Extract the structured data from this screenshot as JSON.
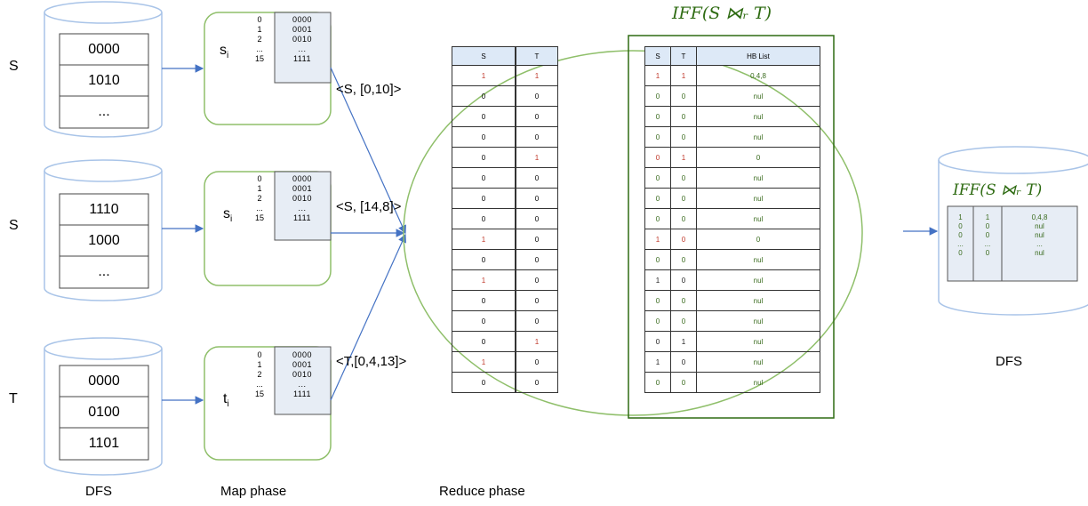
{
  "rows": [
    {
      "label": "S",
      "records": [
        "0000",
        "1010",
        "..."
      ],
      "map_var": "s",
      "map_sub": "i",
      "kv": "<S, [0,10]>"
    },
    {
      "label": "S",
      "records": [
        "1110",
        "1000",
        "..."
      ],
      "map_var": "s",
      "map_sub": "i",
      "kv": "<S, [14,8]>"
    },
    {
      "label": "T",
      "records": [
        "0000",
        "0100",
        "1101"
      ],
      "map_var": "t",
      "map_sub": "i",
      "kv": "<T,[0,4,13]>"
    }
  ],
  "map_index": [
    "0",
    "1",
    "2",
    "...",
    "15"
  ],
  "map_bits": [
    "0000",
    "0001",
    "0010",
    "...",
    "1111"
  ],
  "reduce": {
    "s_header": "S",
    "t_header": "T",
    "s_col": [
      "1",
      "0",
      "0",
      "0",
      "0",
      "0",
      "0",
      "0",
      "1",
      "0",
      "1",
      "0",
      "0",
      "0",
      "1",
      "0"
    ],
    "t_col": [
      "1",
      "0",
      "0",
      "0",
      "1",
      "0",
      "0",
      "0",
      "0",
      "0",
      "0",
      "0",
      "0",
      "1",
      "0",
      "0"
    ],
    "s_red": [
      0,
      8,
      10,
      14
    ],
    "t_red": [
      0,
      4,
      13
    ]
  },
  "iff": {
    "title": "IFF(S ⋈ᵣ T)",
    "headers": [
      "S",
      "T",
      "HB List"
    ],
    "rows": [
      [
        "1",
        "1",
        "0,4,8"
      ],
      [
        "0",
        "0",
        "nul"
      ],
      [
        "0",
        "0",
        "nul"
      ],
      [
        "0",
        "0",
        "nul"
      ],
      [
        "0",
        "1",
        "0"
      ],
      [
        "0",
        "0",
        "nul"
      ],
      [
        "0",
        "0",
        "nul"
      ],
      [
        "0",
        "0",
        "nul"
      ],
      [
        "1",
        "0",
        "0"
      ],
      [
        "0",
        "0",
        "nul"
      ],
      [
        "1",
        "0",
        "nul"
      ],
      [
        "0",
        "0",
        "nul"
      ],
      [
        "0",
        "0",
        "nul"
      ],
      [
        "0",
        "1",
        "nul"
      ],
      [
        "1",
        "0",
        "nul"
      ],
      [
        "0",
        "0",
        "nul"
      ]
    ]
  },
  "dfs_out": {
    "title": "IFF(S ⋈ᵣ T)",
    "rows": [
      [
        "1",
        "1",
        "0,4,8"
      ],
      [
        "0",
        "0",
        "nul"
      ],
      [
        "0",
        "0",
        "nul"
      ],
      [
        "...",
        "...",
        "..."
      ],
      [
        "0",
        "0",
        "nul"
      ]
    ]
  },
  "captions": {
    "dfs_left": "DFS",
    "map": "Map phase",
    "reduce": "Reduce phase",
    "dfs_right": "DFS"
  },
  "colors": {
    "green": "#8fbf6a",
    "blue": "#4472c4",
    "dark_green": "#2e6b12",
    "header": "#dde9f7",
    "red": "#c0392b"
  }
}
